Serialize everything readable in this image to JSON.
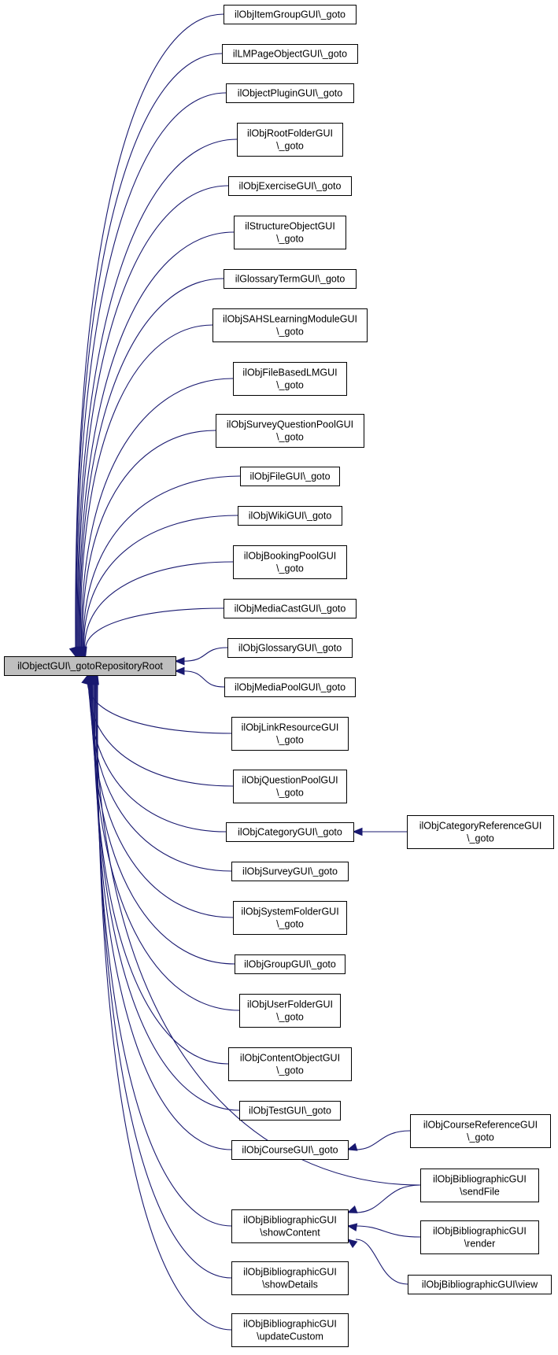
{
  "root": {
    "lines": [
      "ilObjectGUI\\_gotoRepositoryRoot"
    ]
  },
  "callers": [
    {
      "id": "n0",
      "lines": [
        "ilObjItemGroupGUI\\_goto"
      ]
    },
    {
      "id": "n1",
      "lines": [
        "ilLMPageObjectGUI\\_goto"
      ]
    },
    {
      "id": "n2",
      "lines": [
        "ilObjectPluginGUI\\_goto"
      ]
    },
    {
      "id": "n3",
      "lines": [
        "ilObjRootFolderGUI",
        "\\_goto"
      ]
    },
    {
      "id": "n4",
      "lines": [
        "ilObjExerciseGUI\\_goto"
      ]
    },
    {
      "id": "n5",
      "lines": [
        "ilStructureObjectGUI",
        "\\_goto"
      ]
    },
    {
      "id": "n6",
      "lines": [
        "ilGlossaryTermGUI\\_goto"
      ]
    },
    {
      "id": "n7",
      "lines": [
        "ilObjSAHSLearningModuleGUI",
        "\\_goto"
      ]
    },
    {
      "id": "n8",
      "lines": [
        "ilObjFileBasedLMGUI",
        "\\_goto"
      ]
    },
    {
      "id": "n9",
      "lines": [
        "ilObjSurveyQuestionPoolGUI",
        "\\_goto"
      ]
    },
    {
      "id": "n10",
      "lines": [
        "ilObjFileGUI\\_goto"
      ]
    },
    {
      "id": "n11",
      "lines": [
        "ilObjWikiGUI\\_goto"
      ]
    },
    {
      "id": "n12",
      "lines": [
        "ilObjBookingPoolGUI",
        "\\_goto"
      ]
    },
    {
      "id": "n13",
      "lines": [
        "ilObjMediaCastGUI\\_goto"
      ]
    },
    {
      "id": "n14",
      "lines": [
        "ilObjGlossaryGUI\\_goto"
      ]
    },
    {
      "id": "n15",
      "lines": [
        "ilObjMediaPoolGUI\\_goto"
      ]
    },
    {
      "id": "n16",
      "lines": [
        "ilObjLinkResourceGUI",
        "\\_goto"
      ]
    },
    {
      "id": "n17",
      "lines": [
        "ilObjQuestionPoolGUI",
        "\\_goto"
      ]
    },
    {
      "id": "n18",
      "lines": [
        "ilObjCategoryGUI\\_goto"
      ]
    },
    {
      "id": "n19",
      "lines": [
        "ilObjSurveyGUI\\_goto"
      ]
    },
    {
      "id": "n20",
      "lines": [
        "ilObjSystemFolderGUI",
        "\\_goto"
      ]
    },
    {
      "id": "n21",
      "lines": [
        "ilObjGroupGUI\\_goto"
      ]
    },
    {
      "id": "n22",
      "lines": [
        "ilObjUserFolderGUI",
        "\\_goto"
      ]
    },
    {
      "id": "n23",
      "lines": [
        "ilObjContentObjectGUI",
        "\\_goto"
      ]
    },
    {
      "id": "n24",
      "lines": [
        "ilObjTestGUI\\_goto"
      ]
    },
    {
      "id": "n25",
      "lines": [
        "ilObjCourseGUI\\_goto"
      ]
    },
    {
      "id": "n26",
      "lines": [
        "ilObjBibliographicGUI",
        "\\showContent"
      ]
    },
    {
      "id": "n27",
      "lines": [
        "ilObjBibliographicGUI",
        "\\showDetails"
      ]
    },
    {
      "id": "n28",
      "lines": [
        "ilObjBibliographicGUI",
        "\\updateCustom"
      ]
    }
  ],
  "second_level": [
    {
      "id": "c0",
      "lines": [
        "ilObjCategoryReferenceGUI",
        "\\_goto"
      ]
    },
    {
      "id": "c1",
      "lines": [
        "ilObjCourseReferenceGUI",
        "\\_goto"
      ]
    },
    {
      "id": "c2",
      "lines": [
        "ilObjBibliographicGUI",
        "\\sendFile"
      ]
    },
    {
      "id": "c3",
      "lines": [
        "ilObjBibliographicGUI",
        "\\render"
      ]
    },
    {
      "id": "c4",
      "lines": [
        "ilObjBibliographicGUI\\view"
      ]
    }
  ],
  "edges": [
    [
      "n0",
      "root"
    ],
    [
      "n1",
      "root"
    ],
    [
      "n2",
      "root"
    ],
    [
      "n3",
      "root"
    ],
    [
      "n4",
      "root"
    ],
    [
      "n5",
      "root"
    ],
    [
      "n6",
      "root"
    ],
    [
      "n7",
      "root"
    ],
    [
      "n8",
      "root"
    ],
    [
      "n9",
      "root"
    ],
    [
      "n10",
      "root"
    ],
    [
      "n11",
      "root"
    ],
    [
      "n12",
      "root"
    ],
    [
      "n13",
      "root"
    ],
    [
      "n14",
      "root"
    ],
    [
      "n15",
      "root"
    ],
    [
      "n16",
      "root"
    ],
    [
      "n17",
      "root"
    ],
    [
      "n18",
      "root"
    ],
    [
      "n19",
      "root"
    ],
    [
      "n20",
      "root"
    ],
    [
      "n21",
      "root"
    ],
    [
      "n22",
      "root"
    ],
    [
      "n23",
      "root"
    ],
    [
      "n24",
      "root"
    ],
    [
      "n25",
      "root"
    ],
    [
      "n26",
      "root"
    ],
    [
      "n27",
      "root"
    ],
    [
      "n28",
      "root"
    ],
    [
      "c0",
      "n18"
    ],
    [
      "c1",
      "n25"
    ],
    [
      "c2",
      "root"
    ],
    [
      "c2",
      "n26"
    ],
    [
      "c3",
      "n26"
    ],
    [
      "c4",
      "n26"
    ]
  ],
  "colors": {
    "edge": "#191970",
    "root_fill": "#bfbfbf",
    "node_border": "#000000"
  }
}
